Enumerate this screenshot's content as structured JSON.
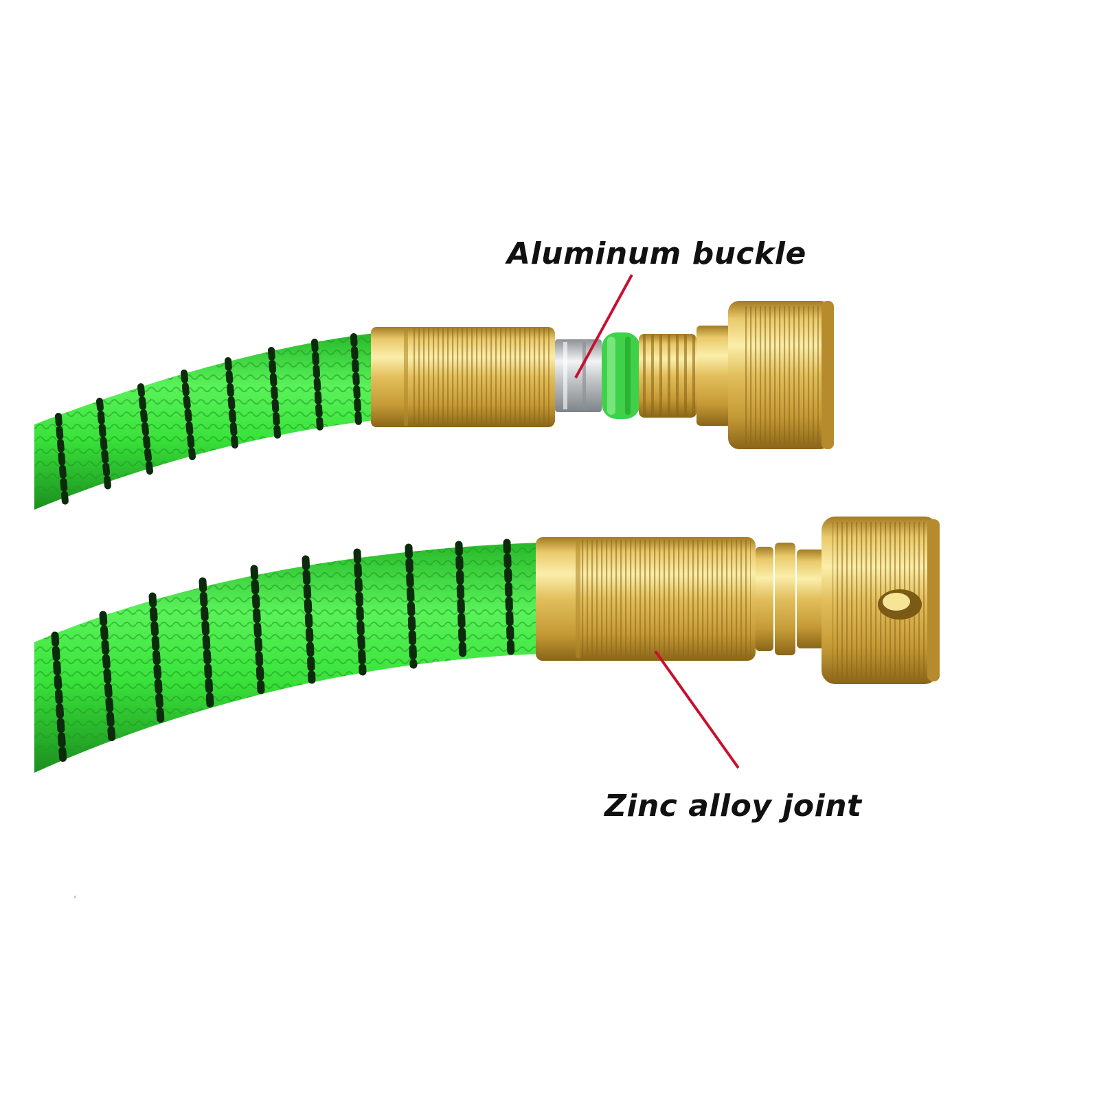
{
  "labels": {
    "aluminum_buckle": "Aluminum buckle",
    "zinc_alloy_joint": "Zinc alloy joint"
  },
  "colors": {
    "hose_green": "#39e23a",
    "hose_green_dark": "#1f9e22",
    "hose_stripe": "#0c2a0c",
    "brass": "#e0bd5a",
    "brass_light": "#f6e497",
    "brass_dark": "#9a7420",
    "aluminum": "#c9cdd1",
    "pointer_line": "#c8102e",
    "label_text": "#111111"
  },
  "icons": {
    "upper_hose": "garden-hose-with-connector",
    "lower_hose": "garden-hose-with-quick-connector"
  }
}
